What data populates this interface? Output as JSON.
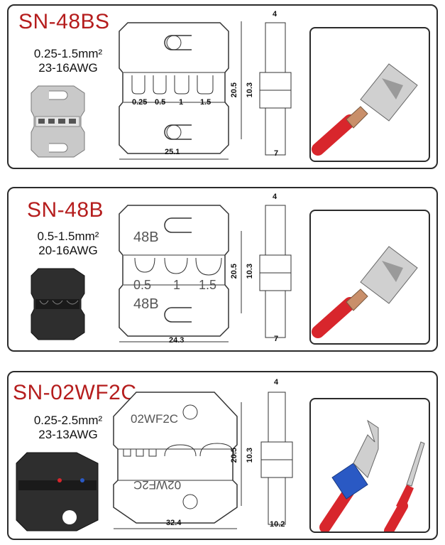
{
  "sections": [
    {
      "model": "SN-48BS",
      "range_mm": "0.25-1.5mm²",
      "range_awg": "23-16AWG",
      "sizes": [
        "0.25",
        "0.5",
        "1",
        "1.5"
      ],
      "width": "25.1",
      "height": "20.5",
      "thickness_top": "4",
      "middle": "10.3",
      "bottom": "7",
      "die_label": ""
    },
    {
      "model": "SN-48B",
      "range_mm": "0.5-1.5mm²",
      "range_awg": "20-16AWG",
      "sizes": [
        "0.5",
        "1",
        "1.5"
      ],
      "width": "24.3",
      "height": "20.5",
      "thickness_top": "4",
      "middle": "10.3",
      "bottom": "7",
      "die_label": "48B"
    },
    {
      "model": "SN-02WF2C",
      "range_mm": "0.25-2.5mm²",
      "range_awg": "23-13AWG",
      "sizes": [],
      "width": "32.4",
      "height": "20.5",
      "thickness_top": "4",
      "middle": "10.3",
      "bottom": "10.2",
      "die_label": "02WF2C"
    }
  ],
  "colors": {
    "title": "#b51d1d",
    "outline": "#2b2b2b",
    "metal": "#c9c9c9",
    "wire_red": "#d8262c",
    "wire_blue": "#2a59c4"
  }
}
